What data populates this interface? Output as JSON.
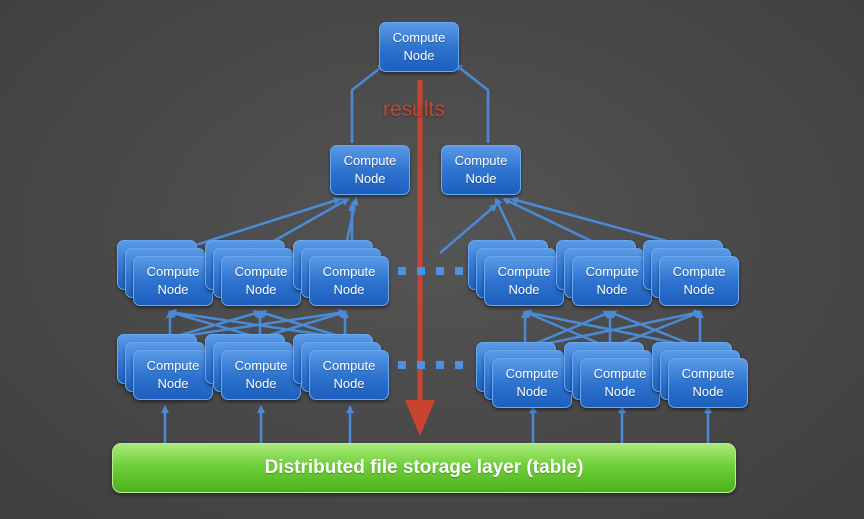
{
  "node_label": [
    "Compute",
    "Node"
  ],
  "flow_label": "results",
  "storage_label": "Distributed file storage layer (table)",
  "colors": {
    "background": "#4a4a4a",
    "node_blue": "#2f74d0",
    "arrow_blue": "#4a8ad8",
    "results_red": "#c8442f",
    "storage_green": "#6fcf3a"
  },
  "icons": {
    "ellipsis": "dashed-square-dots"
  }
}
